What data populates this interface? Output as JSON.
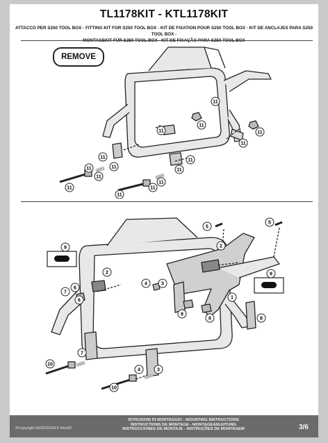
{
  "header": {
    "title": "TL1178KIT - KTL1178KIT",
    "subtitle_line1": "ATTACCO PER S250 TOOL BOX - FITTING KIT FOR S250 TOOL BOX - KIT DE FIXATION POUR S250 TOOL BOX - KIT DE ANCLAJES PARA S250 TOOL BOX -",
    "subtitle_line2": "MONTAGEKIT FÜR S250 TOOL BOX - KIT DE FIXAÇÃO PARA S250 TOOL BOX"
  },
  "top_diagram": {
    "remove_label": "REMOVE",
    "callouts": [
      "11",
      "11",
      "11",
      "11",
      "11",
      "11",
      "11",
      "11",
      "11",
      "11",
      "11",
      "11",
      "11",
      "11",
      "11"
    ]
  },
  "bottom_diagram": {
    "callouts": [
      "9",
      "2",
      "7",
      "6",
      "5",
      "2",
      "5",
      "9",
      "1",
      "4",
      "3",
      "8",
      "8",
      "8",
      "6",
      "7",
      "10",
      "4",
      "3",
      "10"
    ]
  },
  "footer": {
    "copyright": "©Copyright 06/02/2020LF-Rev00",
    "instructions": [
      "ISTRUZIONI DI MONTAGGIO - MOUNTING INSTRUCTIONS",
      "INSTRUCTIONS DE MONTAGE - MONTAGEANLEITUNG",
      "INSTRUCCIONES DE MONTAJE - INSTRUÇÕES DE MONTAGEM"
    ],
    "page": "3/6"
  },
  "colors": {
    "frame": "#e6e6e6",
    "hardware": "#bdbdbd",
    "footer_bg": "#6b6b6b"
  }
}
